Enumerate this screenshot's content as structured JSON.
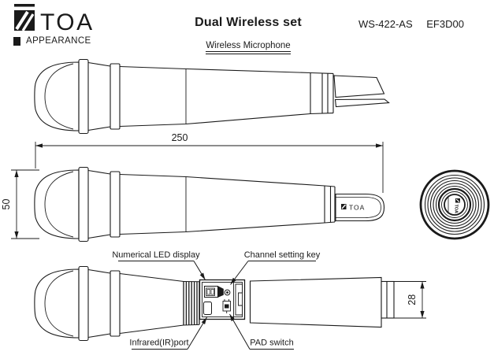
{
  "header": {
    "brand": "TOA",
    "section": "APPEARANCE",
    "title": "Dual Wireless set",
    "model": "WS-422-AS",
    "variant": "EF3D00",
    "subtitle": "Wireless Microphone"
  },
  "diagram": {
    "dim_length_mm": "250",
    "dim_head_diameter_mm": "50",
    "dim_grip_diameter_mm": "28",
    "label_led": "Numerical LED display",
    "label_channel_key": "Channel setting key",
    "label_ir_port": "Infrared(IR)port",
    "label_pad_switch": "PAD switch",
    "cap_logo": "TOA",
    "end_view_logo": "TOA"
  },
  "colors": {
    "line": "#1a1a1a",
    "background": "#ffffff"
  }
}
